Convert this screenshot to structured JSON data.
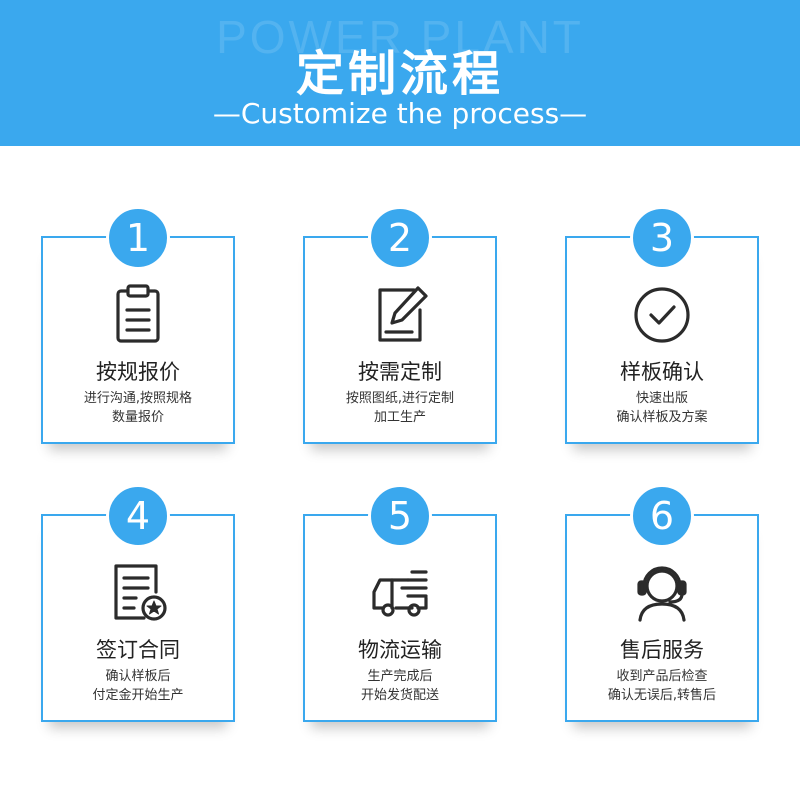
{
  "header": {
    "watermark": "POWER PLANT",
    "title": "定制流程",
    "subtitle": "—Customize the process—",
    "background_color": "#3aa8ee"
  },
  "accent_color": "#3aa8ee",
  "steps": [
    {
      "number": "1",
      "icon": "clipboard-icon",
      "title": "按规报价",
      "desc": [
        "进行沟通,按照规格",
        "数量报价"
      ]
    },
    {
      "number": "2",
      "icon": "edit-document-icon",
      "title": "按需定制",
      "desc": [
        "按照图纸,进行定制",
        "加工生产"
      ]
    },
    {
      "number": "3",
      "icon": "check-circle-icon",
      "title": "样板确认",
      "desc": [
        "快速出版",
        "确认样板及方案"
      ]
    },
    {
      "number": "4",
      "icon": "contract-seal-icon",
      "title": "签订合同",
      "desc": [
        "确认样板后",
        "付定金开始生产"
      ]
    },
    {
      "number": "5",
      "icon": "delivery-truck-icon",
      "title": "物流运输",
      "desc": [
        "生产完成后",
        "开始发货配送"
      ]
    },
    {
      "number": "6",
      "icon": "headset-support-icon",
      "title": "售后服务",
      "desc": [
        "收到产品后检查",
        "确认无误后,转售后"
      ]
    }
  ]
}
